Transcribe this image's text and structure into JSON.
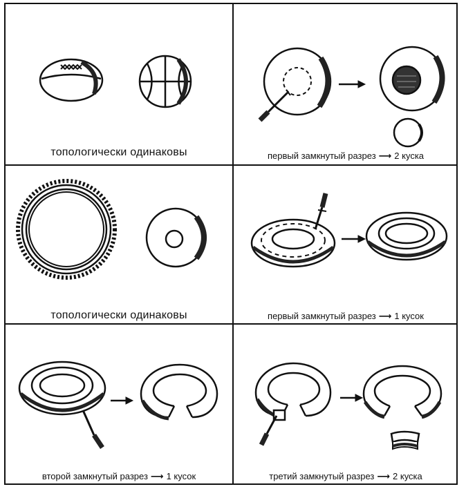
{
  "panels": [
    {
      "caption": "топологически одинаковы"
    },
    {
      "caption_prefix": "первый замкнутый разрез",
      "caption_result": "2 куска"
    },
    {
      "caption": "топологически одинаковы"
    },
    {
      "caption_prefix": "первый замкнутый разрез",
      "caption_result": "1 кусок"
    },
    {
      "caption_prefix": "второй замкнутый разрез",
      "caption_result": "1 кусок"
    },
    {
      "caption_prefix": "третий замкнутый разрез",
      "caption_result": "2 куска"
    }
  ],
  "colors": {
    "ink": "#111111",
    "paper": "#ffffff"
  },
  "arrow_symbol": "⟶"
}
